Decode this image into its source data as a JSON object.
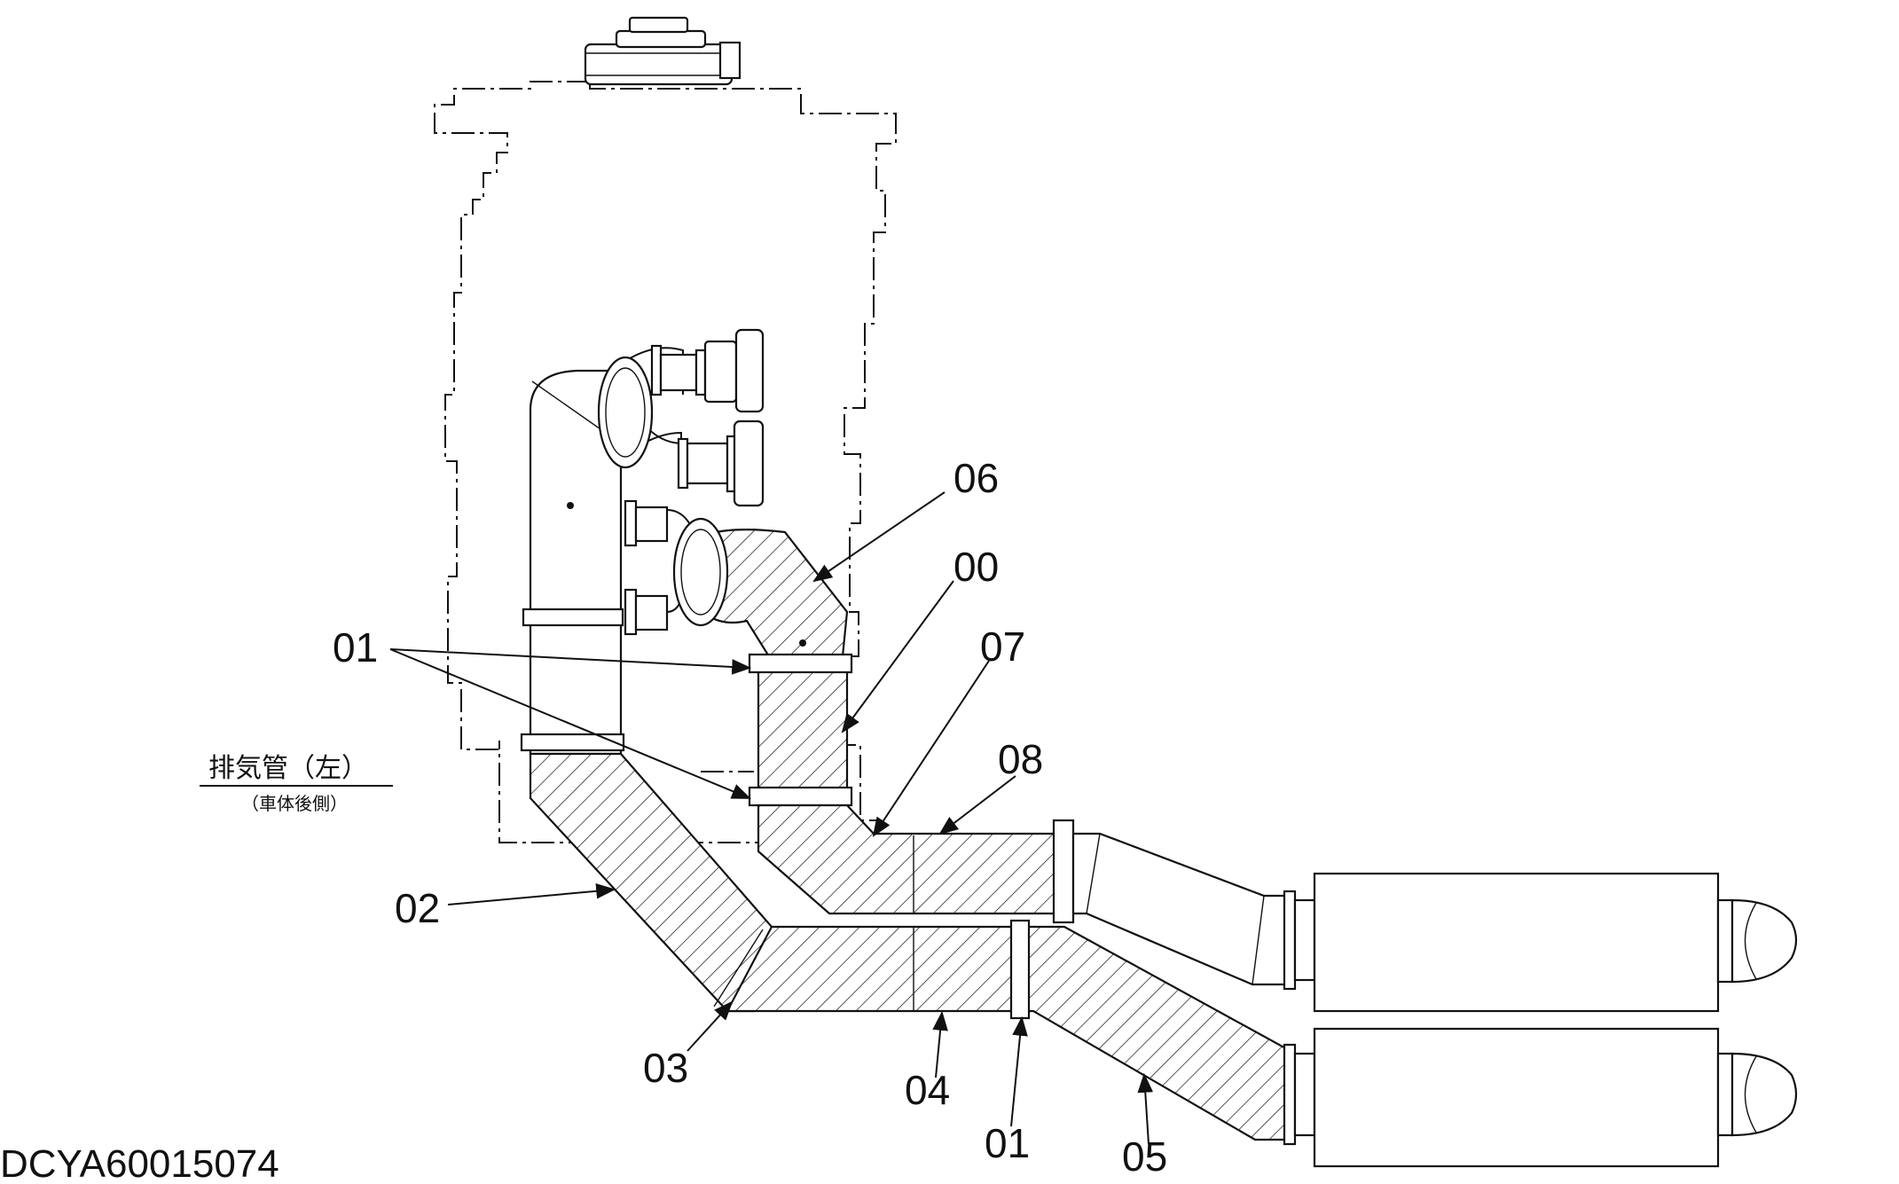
{
  "title": {
    "main": "排気管（左）",
    "sub": "（車体後側）"
  },
  "drawing_code": "DCYA60015074",
  "callouts": [
    {
      "id": "c-06",
      "text": "06"
    },
    {
      "id": "c-00",
      "text": "00"
    },
    {
      "id": "c-07",
      "text": "07"
    },
    {
      "id": "c-08",
      "text": "08"
    },
    {
      "id": "c-01-top",
      "text": "01"
    },
    {
      "id": "c-02",
      "text": "02"
    },
    {
      "id": "c-03",
      "text": "03"
    },
    {
      "id": "c-04",
      "text": "04"
    },
    {
      "id": "c-01-bottom",
      "text": "01"
    },
    {
      "id": "c-05",
      "text": "05"
    }
  ]
}
